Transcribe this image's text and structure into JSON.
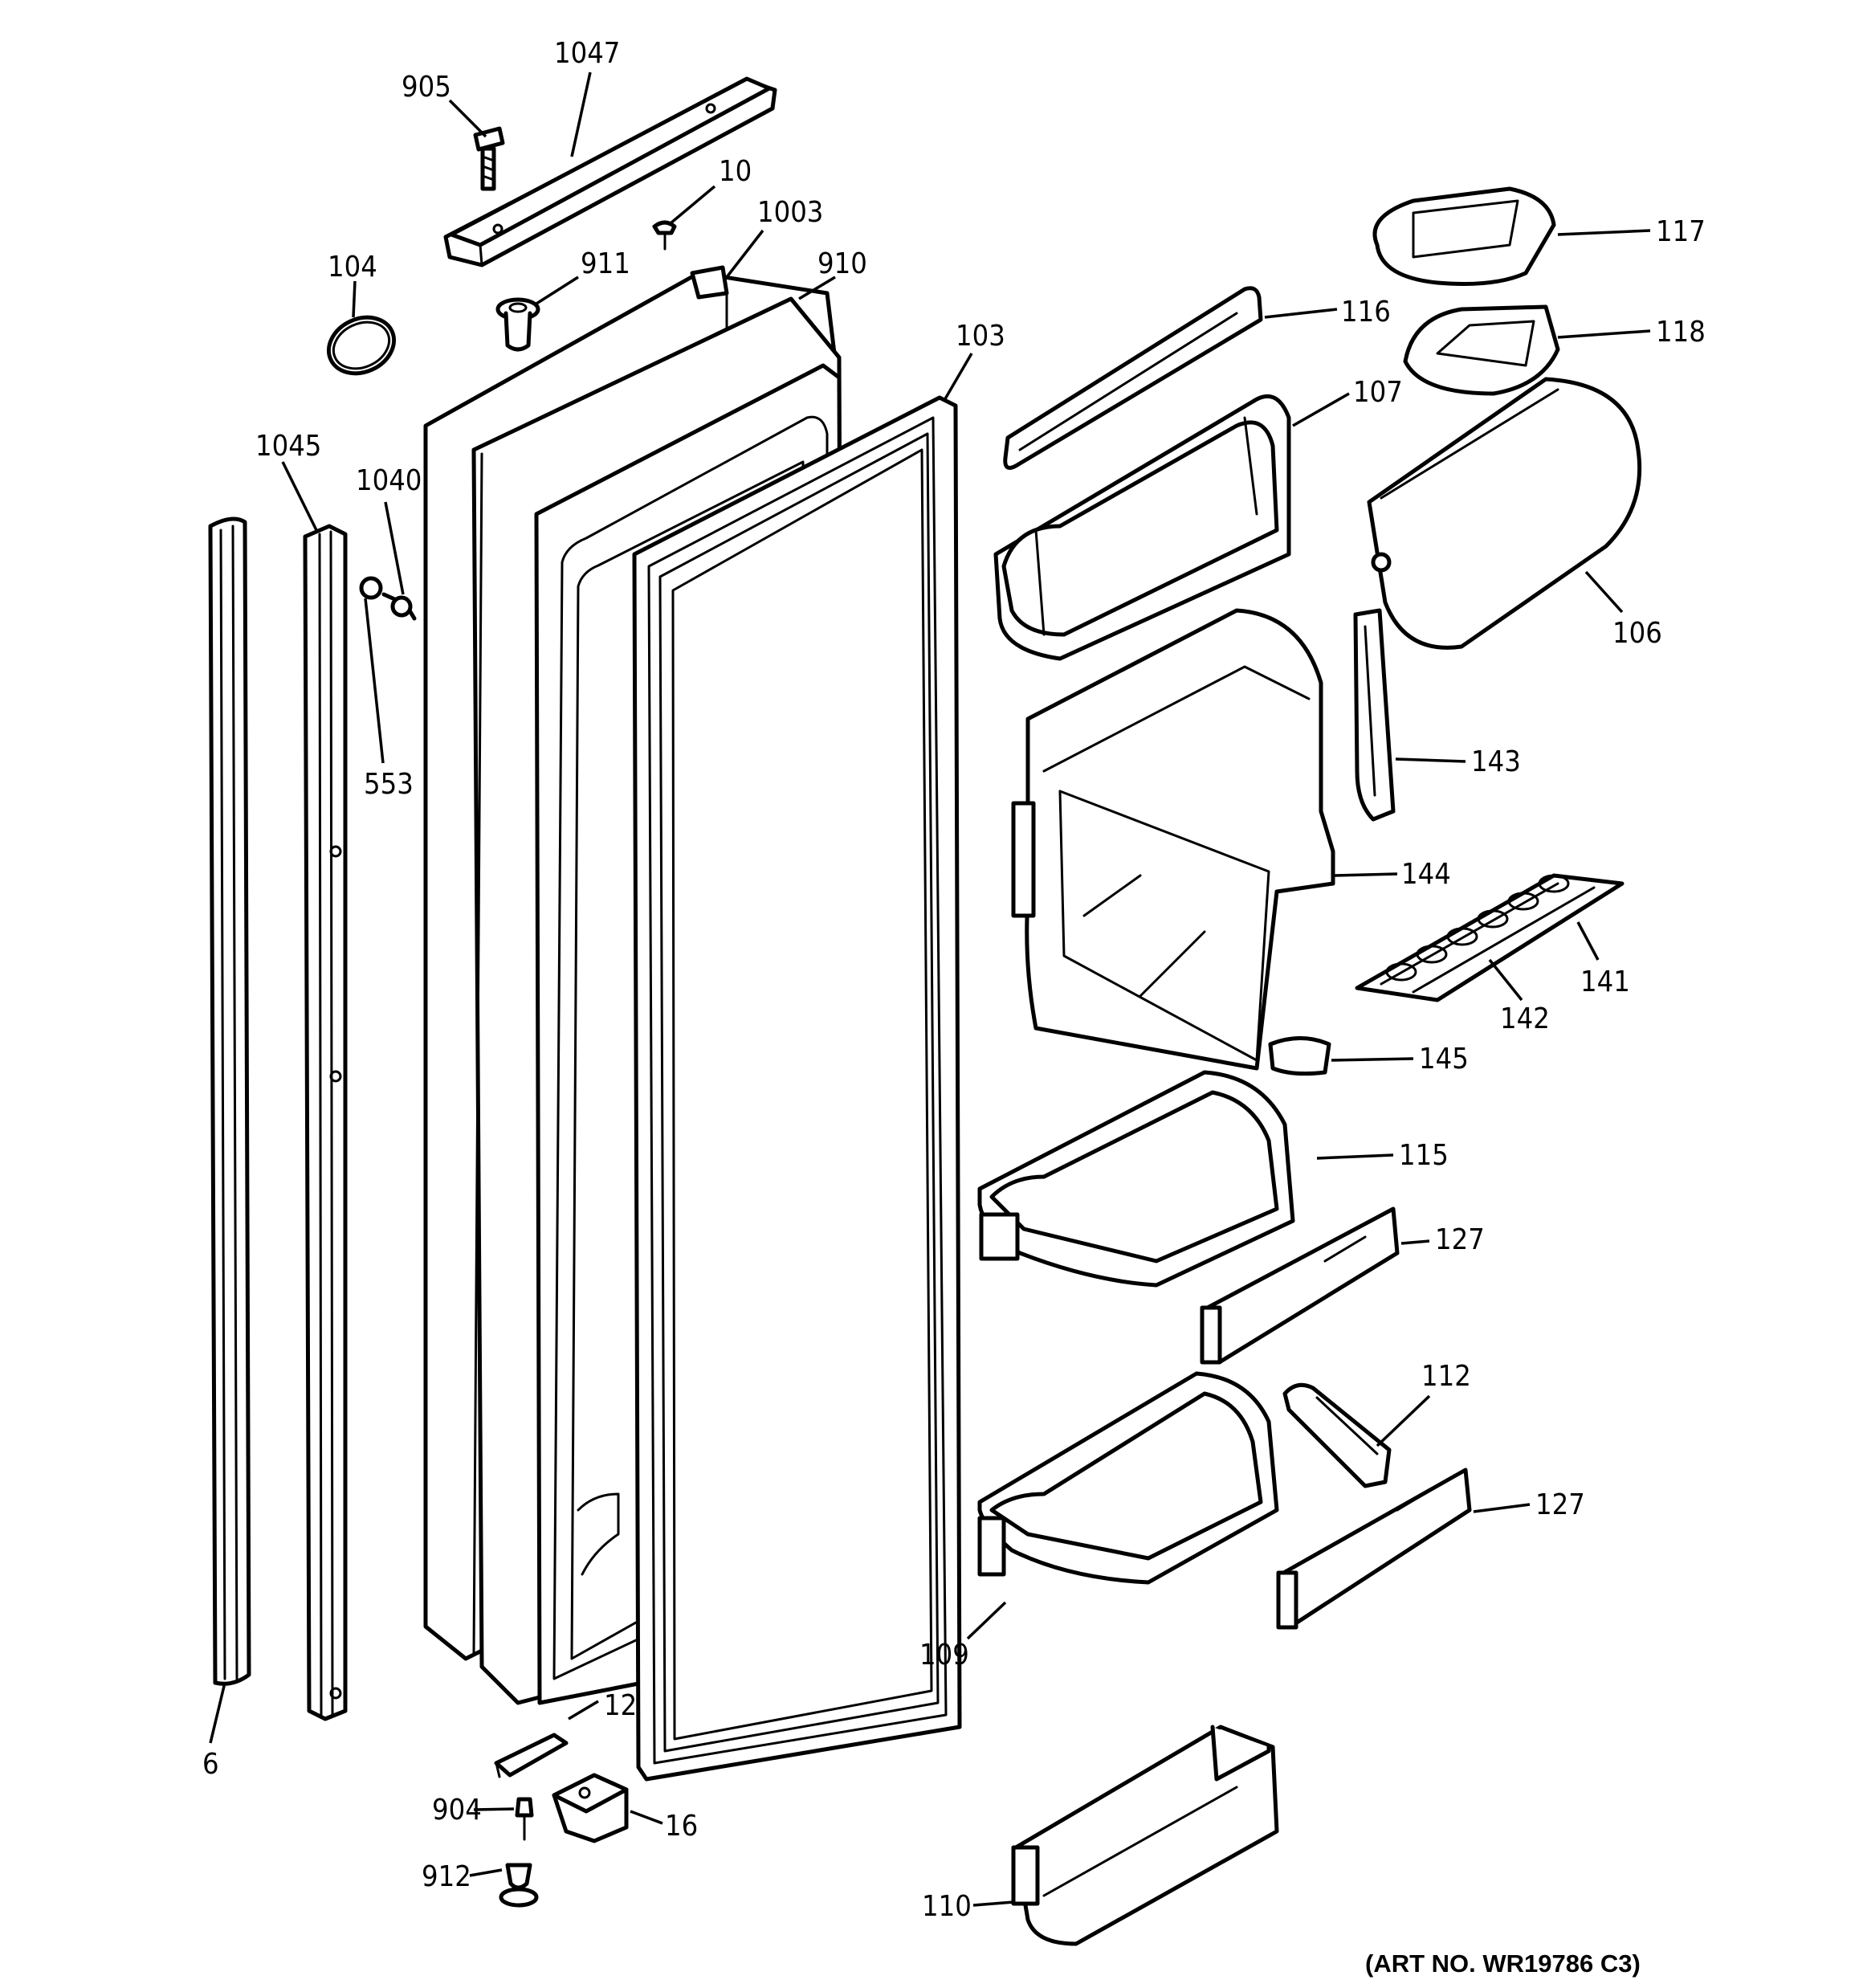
{
  "callouts": [
    {
      "id": "905",
      "label": "905"
    },
    {
      "id": "1047",
      "label": "1047"
    },
    {
      "id": "10",
      "label": "10"
    },
    {
      "id": "1003",
      "label": "1003"
    },
    {
      "id": "911",
      "label": "911"
    },
    {
      "id": "910",
      "label": "910"
    },
    {
      "id": "104",
      "label": "104"
    },
    {
      "id": "103",
      "label": "103"
    },
    {
      "id": "1045",
      "label": "1045"
    },
    {
      "id": "1040",
      "label": "1040"
    },
    {
      "id": "553",
      "label": "553"
    },
    {
      "id": "6",
      "label": "6"
    },
    {
      "id": "12",
      "label": "12"
    },
    {
      "id": "904",
      "label": "904"
    },
    {
      "id": "16",
      "label": "16"
    },
    {
      "id": "912",
      "label": "912"
    },
    {
      "id": "117",
      "label": "117"
    },
    {
      "id": "116",
      "label": "116"
    },
    {
      "id": "118",
      "label": "118"
    },
    {
      "id": "107",
      "label": "107"
    },
    {
      "id": "106",
      "label": "106"
    },
    {
      "id": "143",
      "label": "143"
    },
    {
      "id": "144",
      "label": "144"
    },
    {
      "id": "141",
      "label": "141"
    },
    {
      "id": "142",
      "label": "142"
    },
    {
      "id": "145",
      "label": "145"
    },
    {
      "id": "115",
      "label": "115"
    },
    {
      "id": "127a",
      "label": "127"
    },
    {
      "id": "112",
      "label": "112"
    },
    {
      "id": "127b",
      "label": "127"
    },
    {
      "id": "109",
      "label": "109"
    },
    {
      "id": "110",
      "label": "110"
    }
  ],
  "art_number": "(ART NO. WR19786 C3)"
}
